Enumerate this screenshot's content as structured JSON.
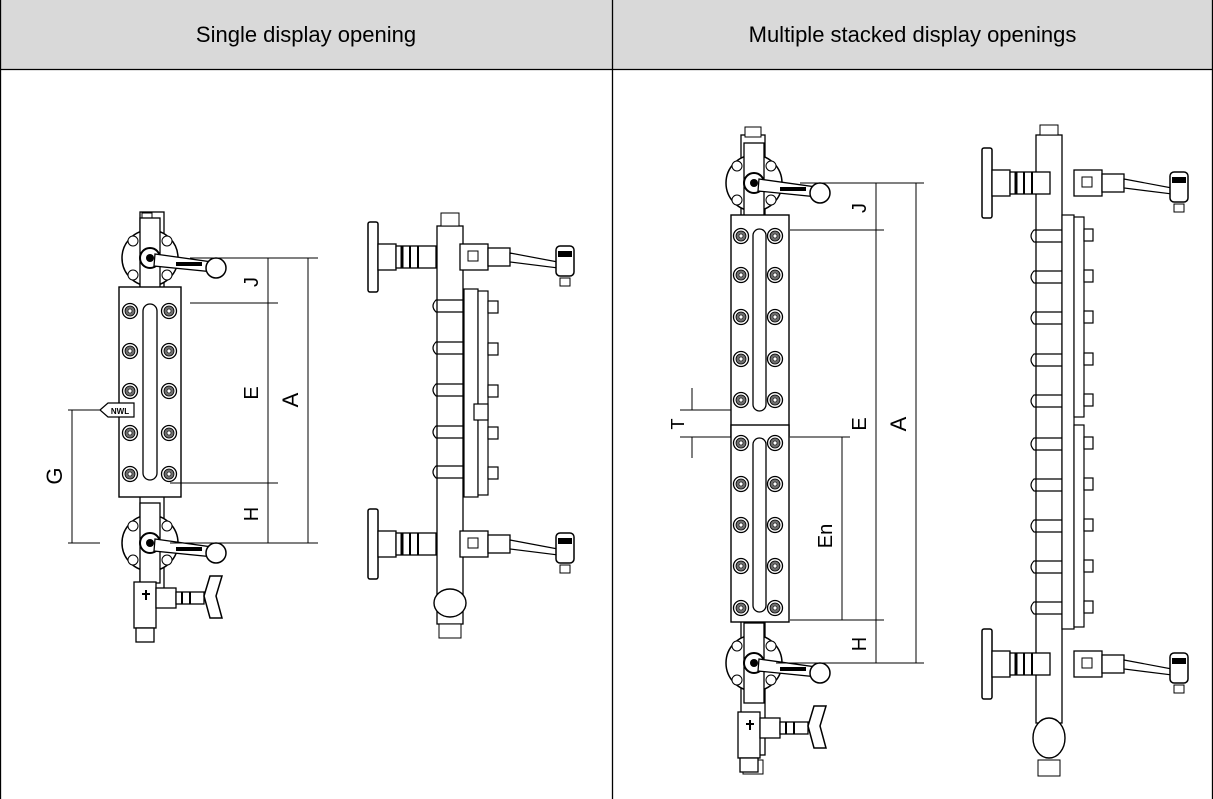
{
  "table": {
    "headers": [
      "Single display opening",
      "Multiple stacked display openings"
    ]
  },
  "left_drawing": {
    "dims": {
      "J": "J",
      "E": "E",
      "A": "A",
      "G": "G",
      "H": "H"
    },
    "nwl_label": "NWL"
  },
  "right_drawing": {
    "dims": {
      "J": "J",
      "E": "E",
      "A": "A",
      "T": "T",
      "En": "En",
      "H": "H"
    }
  },
  "colors": {
    "header_bg": "#d9d9d9",
    "line": "#000000",
    "bolt_fill": "#6e6e6e"
  }
}
